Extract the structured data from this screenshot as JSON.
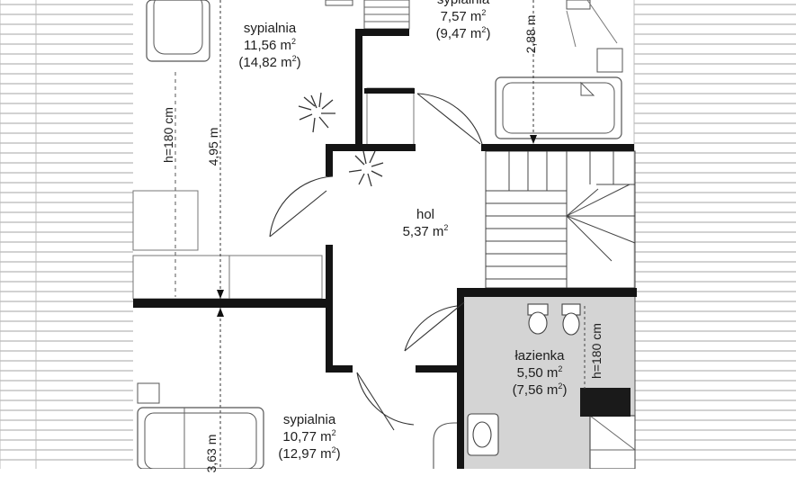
{
  "rooms": {
    "bedroom_top_left": {
      "name": "sypialnia",
      "area": "11,56 m",
      "area_gross": "(14,82 m",
      "unit_power": "2"
    },
    "bedroom_top_right": {
      "name": "sypialnia",
      "area": "7,57 m",
      "area_gross": "(9,47 m",
      "unit_power": "2"
    },
    "hall": {
      "name": "hol",
      "area": "5,37 m",
      "unit_power": "2"
    },
    "bathroom": {
      "name": "łazienka",
      "area": "5,50 m",
      "area_gross": "(7,56 m",
      "unit_power": "2"
    },
    "bedroom_bottom": {
      "name": "sypialnia",
      "area": "10,77 m",
      "area_gross": "(12,97 m",
      "unit_power": "2"
    }
  },
  "dimensions": {
    "height_left": "h=180 cm",
    "height_bath": "h=180 cm",
    "length_495": "4,95 m",
    "length_288": "2,88 m",
    "length_bottom": "3,63 m"
  },
  "colors": {
    "wall": "#141414",
    "bath_fill": "#d6d6d6",
    "roof_hatch": "#9a9a9a",
    "line": "#555555"
  }
}
